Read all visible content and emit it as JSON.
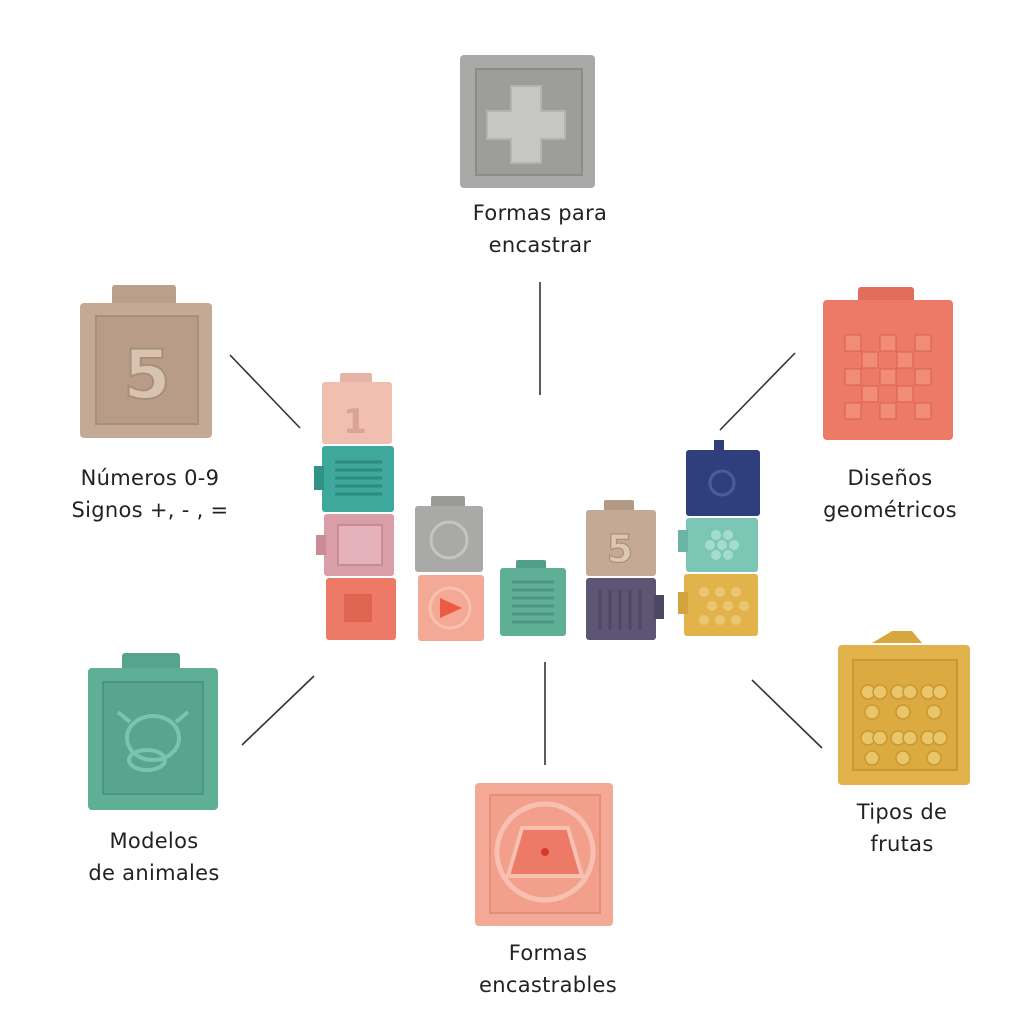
{
  "labels": {
    "numeros": "Números   0-9\nSignos +, - , =",
    "formas_encastrar": "Formas para\nencastrar",
    "disenos": "Diseños\ngeométricos",
    "modelos_animales": "Modelos\nde animales",
    "formas_encastrables": "Formas\nencastrables",
    "tipos_frutas": "Tipos de\nfrutas"
  },
  "block_glyphs": {
    "numbers_block": "5",
    "stack_one": "1",
    "stack_five": "5"
  },
  "colors": {
    "beige": "#c4a995",
    "gray": "#a9a9a7",
    "coral": "#ec7a66",
    "teal": "#5fae96",
    "peach": "#f4a996",
    "yellow": "#e2b34a",
    "navy": "#2f3f7d",
    "purple": "#5d5573",
    "pink": "#d99ea8",
    "mint": "#7cc6b6"
  }
}
